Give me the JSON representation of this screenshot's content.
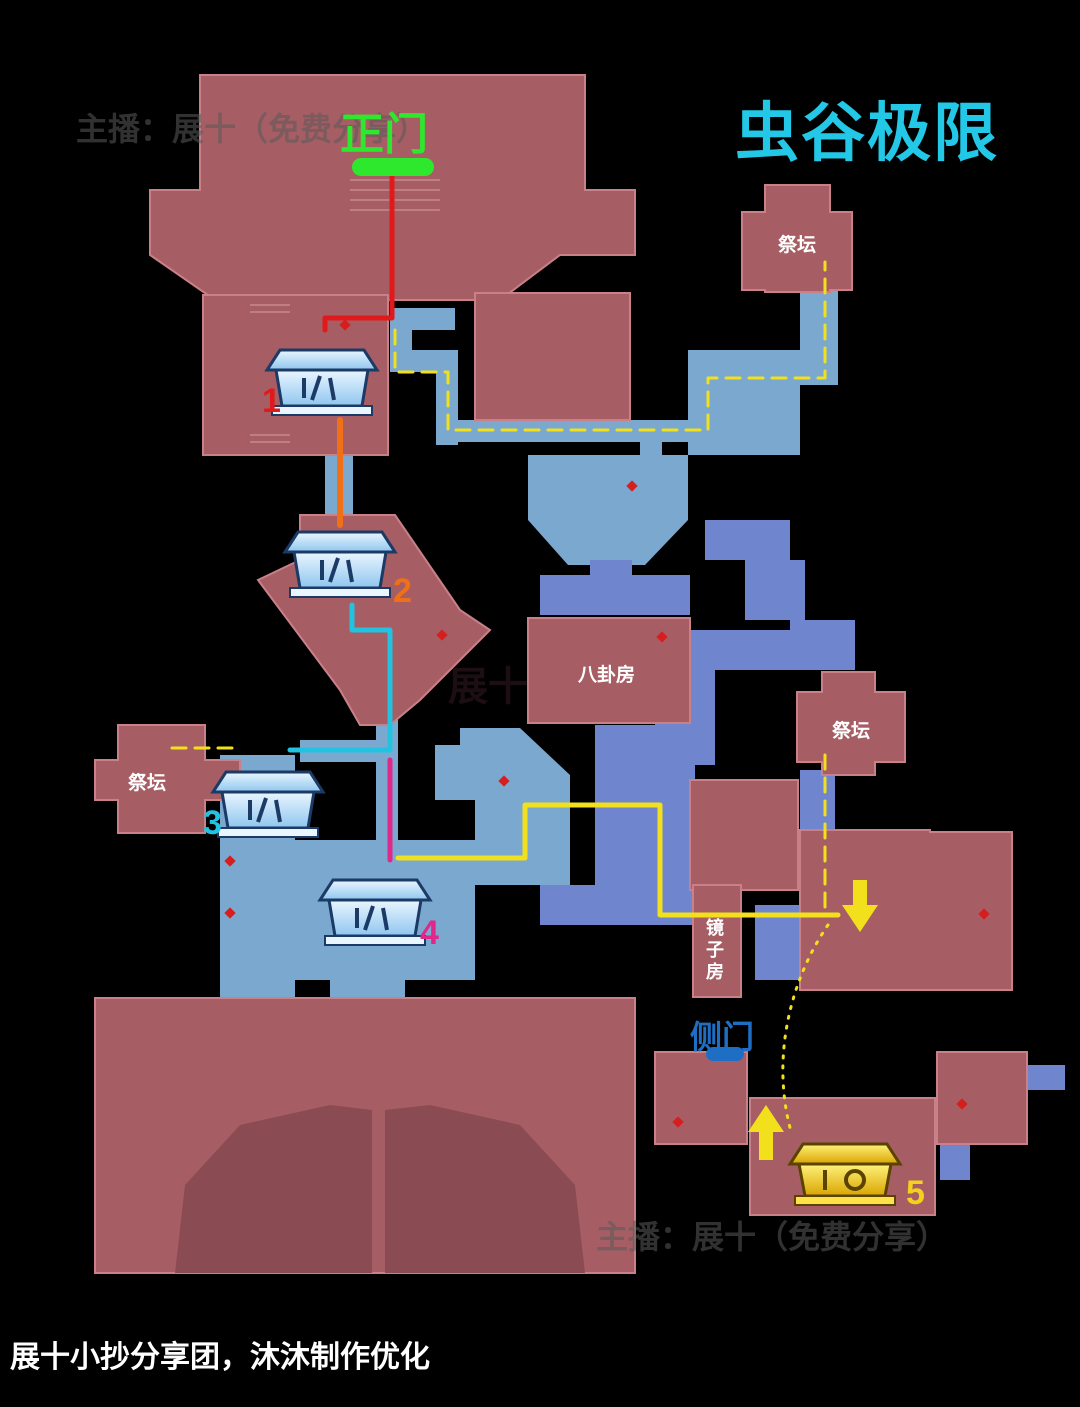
{
  "title": "虫谷极限",
  "gates": {
    "main": "正门",
    "side": "侧门"
  },
  "rooms": {
    "altar": "祭坛",
    "bagua": "八卦房",
    "mirror": "镜子房"
  },
  "watermark": "主播：展十（免费分享）",
  "watermark_center": "展十",
  "footer": "展十小抄分享团，沐沐制作优化",
  "chests": [
    {
      "label": "1",
      "color": "#e01a1a"
    },
    {
      "label": "2",
      "color": "#f07018"
    },
    {
      "label": "3",
      "color": "#22c3e0"
    },
    {
      "label": "4",
      "color": "#e0288a"
    },
    {
      "label": "5",
      "color": "#f2d21c"
    }
  ],
  "colors": {
    "background": "#000000",
    "room": "#a65e64",
    "corridor_light": "#7aa8cf",
    "corridor_dark": "#6f86cf",
    "route_red": "#e01a1a",
    "route_orange": "#f07018",
    "route_cyan": "#22c3e0",
    "route_magenta": "#e0288a",
    "route_yellow": "#f2e01c",
    "main_gate": "#2ee82e",
    "side_gate": "#1e6fc4"
  }
}
